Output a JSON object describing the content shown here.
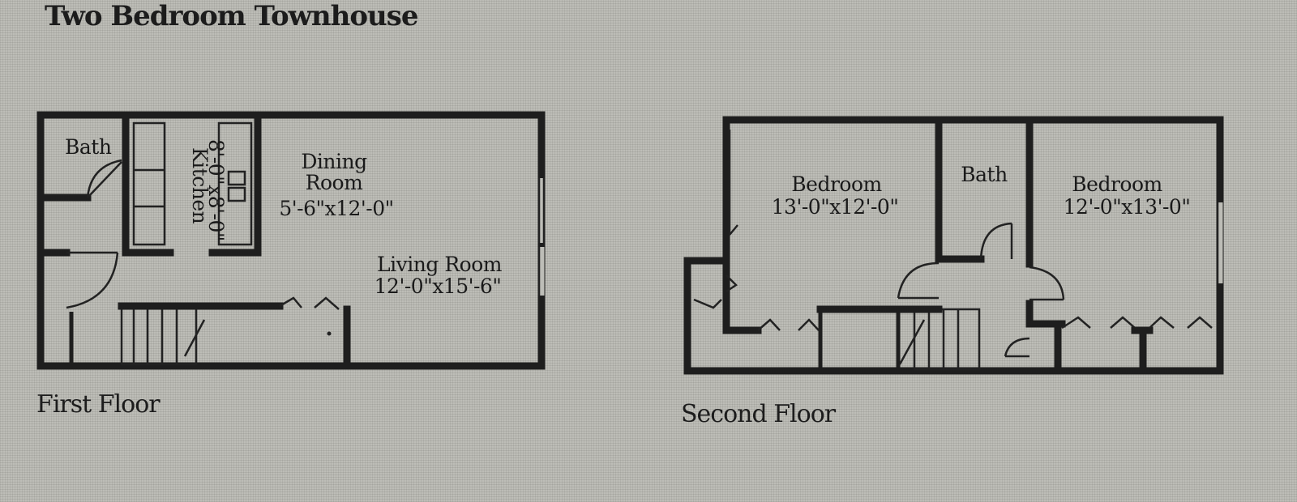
{
  "title": "Two Bedroom Townhouse",
  "floors": {
    "first": {
      "label": "First Floor",
      "rooms": {
        "bath": {
          "name": "Bath"
        },
        "kitchen": {
          "name": "Kitchen",
          "size": "8'-0\"x8'-0\""
        },
        "dining": {
          "name_line1": "Dining",
          "name_line2": "Room",
          "size": "5'-6\"x12'-0\""
        },
        "living": {
          "name": "Living Room",
          "size": "12'-0\"x15'-6\""
        }
      }
    },
    "second": {
      "label": "Second Floor",
      "rooms": {
        "bedroom_left": {
          "name": "Bedroom",
          "size": "13'-0\"x12'-0\""
        },
        "bath": {
          "name": "Bath"
        },
        "bedroom_right": {
          "name": "Bedroom",
          "size": "12'-0\"x13'-0\""
        }
      }
    }
  },
  "colors": {
    "paper": "#bdbdb7",
    "ink": "#1e1e1e"
  }
}
